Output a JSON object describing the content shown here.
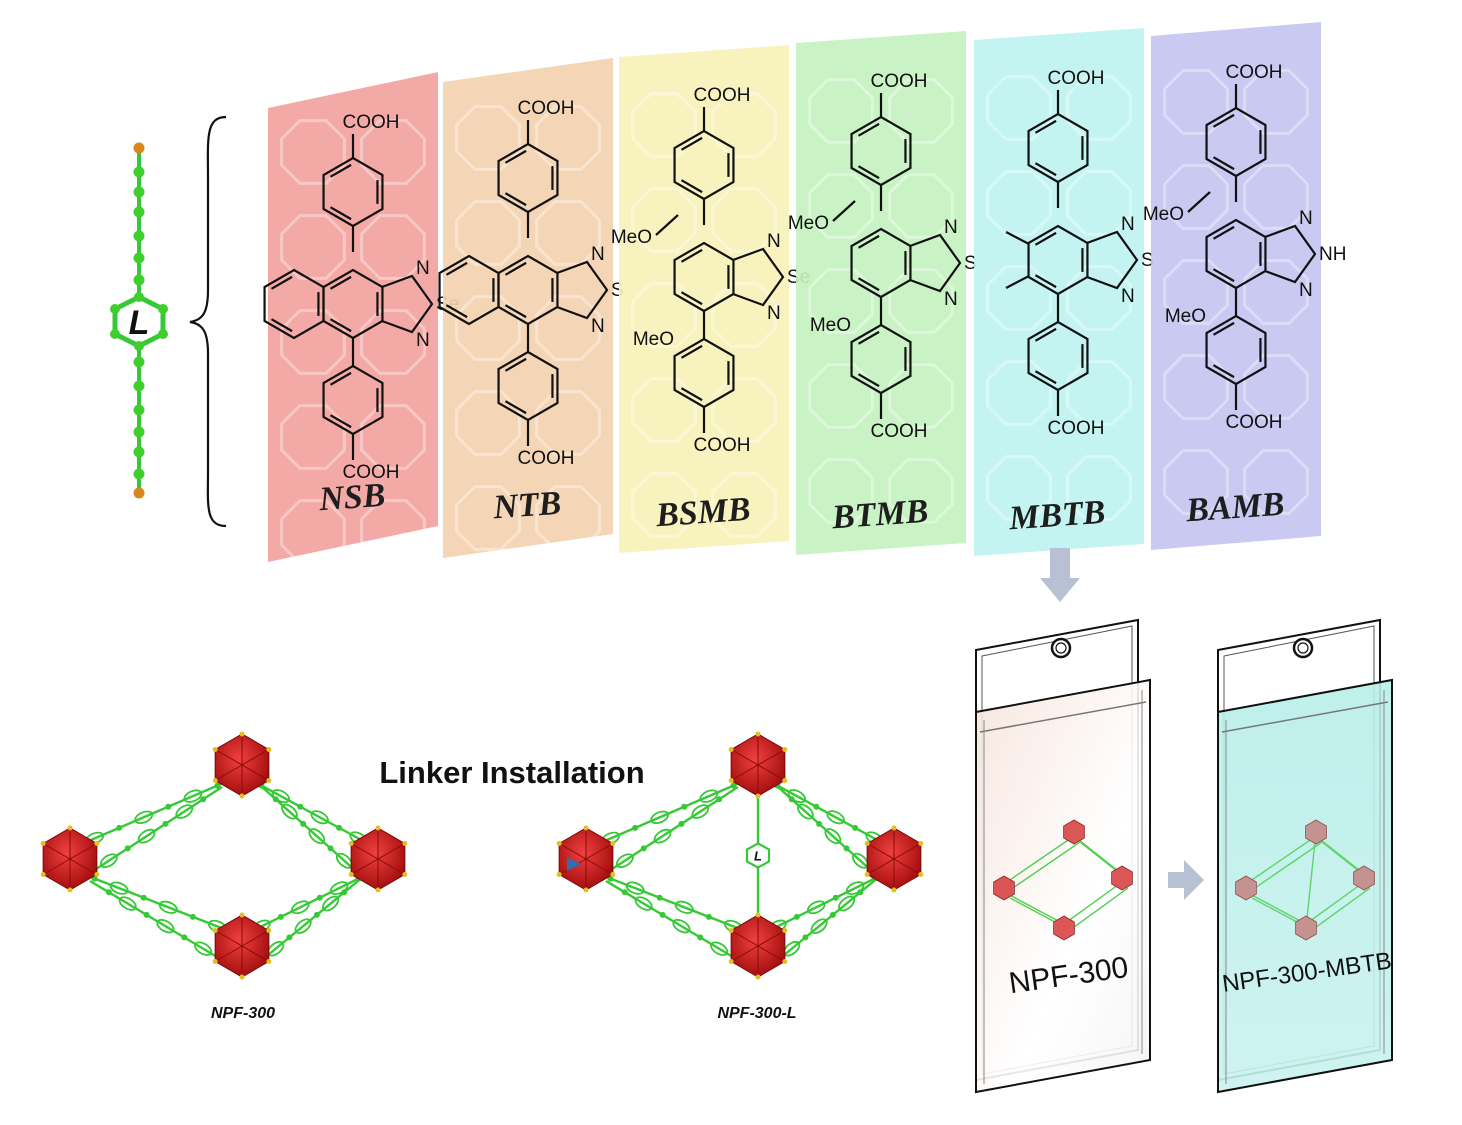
{
  "linker_icon": {
    "label": "L",
    "color": "#3ecf2e",
    "end_color": "#d9861c"
  },
  "cards": [
    {
      "name": "NSB",
      "top_group": "COOH",
      "bottom_group": "COOH",
      "heteroatom": "Se",
      "methoxy": "",
      "color": "#f2a3a0"
    },
    {
      "name": "NTB",
      "top_group": "COOH",
      "bottom_group": "COOH",
      "heteroatom": "S",
      "methoxy": "",
      "color": "#f3d3b0"
    },
    {
      "name": "BSMB",
      "top_group": "COOH",
      "bottom_group": "COOH",
      "heteroatom": "Se",
      "methoxy": "MeO",
      "color": "#f7f2b8"
    },
    {
      "name": "BTMB",
      "top_group": "COOH",
      "bottom_group": "COOH",
      "heteroatom": "S",
      "methoxy": "MeO",
      "color": "#c4f2c0"
    },
    {
      "name": "MBTB",
      "top_group": "COOH",
      "bottom_group": "COOH",
      "heteroatom": "S",
      "methoxy": "",
      "color": "#bff3f0"
    },
    {
      "name": "BAMB",
      "top_group": "COOH",
      "bottom_group": "COOH",
      "heteroatom": "NH",
      "methoxy": "MeO",
      "color": "#c6c4f1"
    }
  ],
  "atoms": {
    "nitrogen": "N"
  },
  "title": "Linker Installation",
  "frameworks": [
    {
      "label": "NPF-300"
    },
    {
      "label": "NPF-300-L",
      "center_label": "L"
    }
  ],
  "boxes": [
    {
      "label": "NPF-300",
      "tint": "#f3e6e0"
    },
    {
      "label": "NPF-300-MBTB",
      "tint": "#bdf0ea"
    }
  ],
  "colors": {
    "cluster": "#d42020",
    "linker": "#35c935",
    "arrow": "#b9c3d6"
  }
}
